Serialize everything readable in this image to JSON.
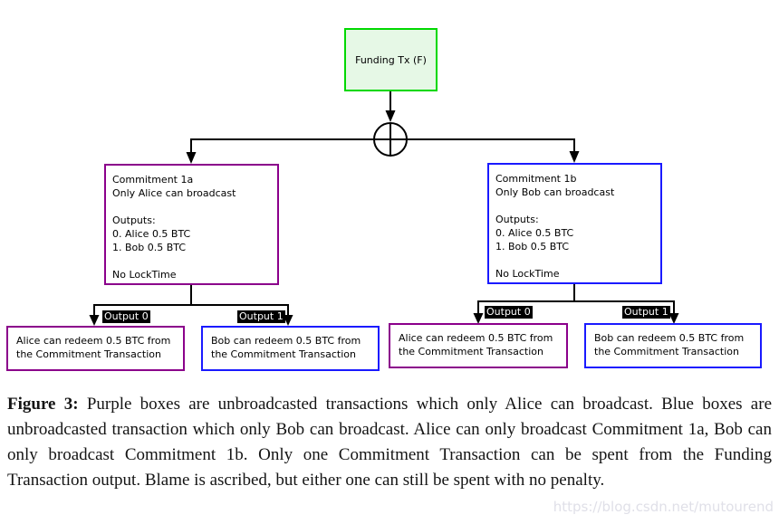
{
  "diagram": {
    "funding_box": {
      "label": "Funding Tx (F)"
    },
    "commitment_left": {
      "title": "Commitment 1a",
      "broadcaster": "Only Alice can broadcast",
      "outputs_heading": "Outputs:",
      "output_0": "0. Alice 0.5 BTC",
      "output_1": "1. Bob 0.5 BTC",
      "locktime": "No LockTime"
    },
    "commitment_right": {
      "title": "Commitment 1b",
      "broadcaster": "Only Bob can broadcast",
      "outputs_heading": "Outputs:",
      "output_0": "0. Alice 0.5 BTC",
      "output_1": "1. Bob 0.5 BTC",
      "locktime": "No LockTime"
    },
    "output_labels": {
      "output_0": "Output 0",
      "output_1": "Output 1"
    },
    "redeem_boxes": {
      "alice": "Alice can redeem 0.5 BTC from the Commitment Transaction",
      "bob": "Bob can redeem 0.5 BTC from the Commitment Transaction"
    },
    "colors": {
      "green_border": "#00d800",
      "green_fill": "#e6f8e6",
      "purple": "#8b008b",
      "blue": "#1a1aff",
      "line": "#000000",
      "watermark": "#e0e0e8"
    }
  },
  "caption": {
    "label": "Figure 3:",
    "text": "Purple boxes are unbroadcasted transactions which only Alice can broadcast. Blue boxes are unbroadcasted transaction which only Bob can broadcast. Alice can only broadcast Commitment 1a, Bob can only broadcast Commitment 1b. Only one Commitment Transaction can be spent from the Funding Transaction output. Blame is ascribed, but either one can still be spent with no penalty."
  },
  "watermark": {
    "text": "https://blog.csdn.net/mutourend"
  }
}
